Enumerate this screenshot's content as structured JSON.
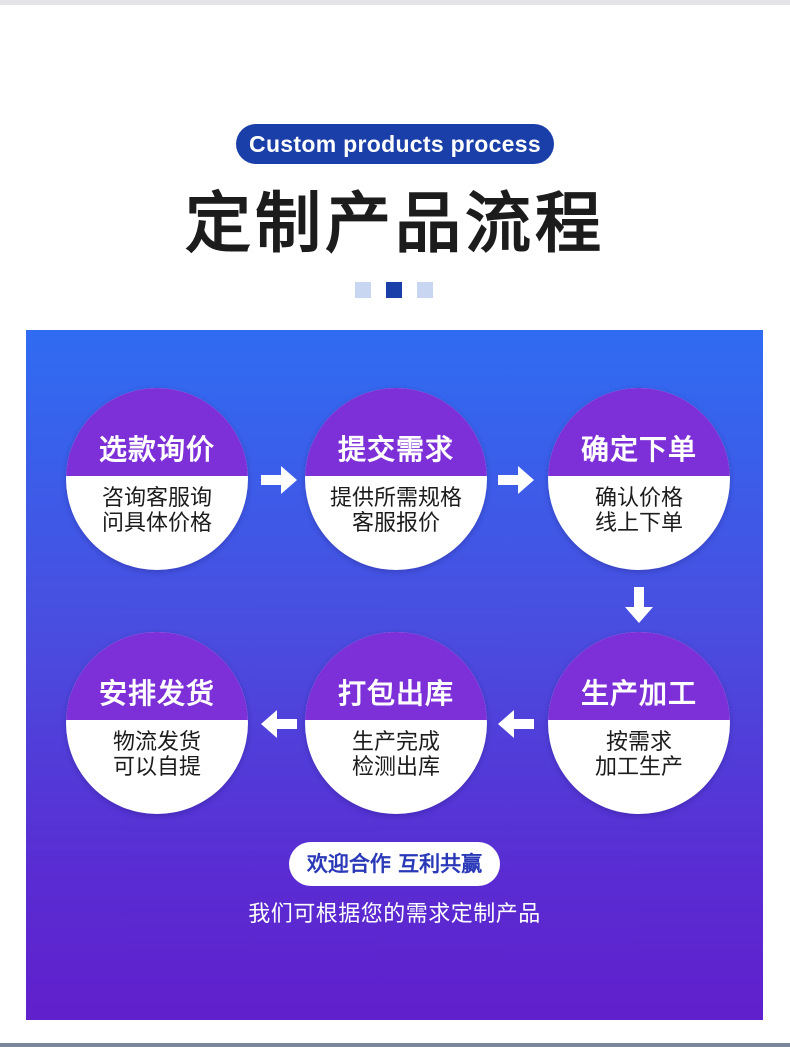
{
  "header": {
    "subtitle_pill": "Custom products process",
    "title": "定制产品流程"
  },
  "steps": [
    {
      "title": "选款询价",
      "desc": "咨询客服询\n问具体价格"
    },
    {
      "title": "提交需求",
      "desc": "提供所需规格\n客服报价"
    },
    {
      "title": "确定下单",
      "desc": "确认价格\n线上下单"
    },
    {
      "title": "生产加工",
      "desc": "按需求\n加工生产"
    },
    {
      "title": "打包出库",
      "desc": "生产完成\n检测出库"
    },
    {
      "title": "安排发货",
      "desc": "物流发货\n可以自提"
    }
  ],
  "footer": {
    "slogan": "欢迎合作 互利共赢",
    "note": "我们可根据您的需求定制产品"
  },
  "colors": {
    "brand_blue": "#1a3fa8",
    "circle_cap_purple": "#7d2fd8",
    "panel_top": "#2f6cf2",
    "panel_bottom": "#6020cc",
    "accent_light": "#c9d6f2"
  }
}
